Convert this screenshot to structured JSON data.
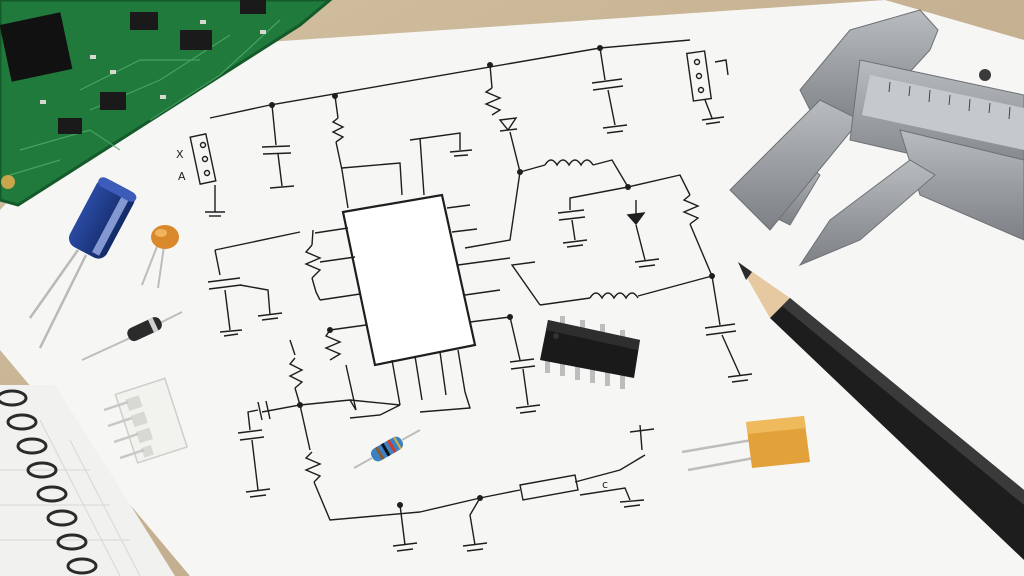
{
  "colors": {
    "desk": "#c9b596",
    "paper": "#f7f7f5",
    "ink": "#1e1e1e",
    "pcb": "#1f7a3c",
    "capacitor_body": "#1e3a8a",
    "ceramic_cap": "#d9892b",
    "resistor_body": "#3b82c4",
    "film_cap": "#e3a13a",
    "pencil": "#1d1d1d"
  },
  "schematic": {
    "pin_labels": [
      "X",
      "A"
    ],
    "marking_c": "c"
  },
  "icons": [
    "pcb",
    "electrolytic-capacitor",
    "ceramic-capacitor",
    "diode",
    "connector",
    "ic-chip",
    "resistor",
    "film-capacitor",
    "pencil",
    "caliper",
    "notebook"
  ]
}
